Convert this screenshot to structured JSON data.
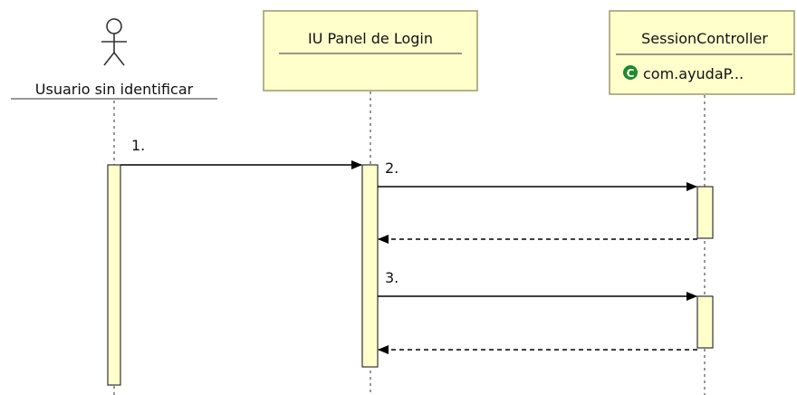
{
  "actor": {
    "name": "Usuario sin identificar"
  },
  "lifelines": [
    {
      "name": "IU Panel de Login",
      "subtitle": ""
    },
    {
      "name": "SessionController",
      "subtitle": "com.ayudaP...",
      "class_icon": "C"
    }
  ],
  "messages": [
    {
      "label": "1.",
      "kind": "call"
    },
    {
      "label": "2.",
      "kind": "call"
    },
    {
      "label": "",
      "kind": "return"
    },
    {
      "label": "3.",
      "kind": "call"
    },
    {
      "label": "",
      "kind": "return"
    }
  ],
  "colors": {
    "box_fill": "#ffffcc",
    "box_border": "#9a9a6a",
    "activation_fill": "#ffffcc",
    "line": "#000000",
    "icon_green": "#1f8a2d"
  }
}
